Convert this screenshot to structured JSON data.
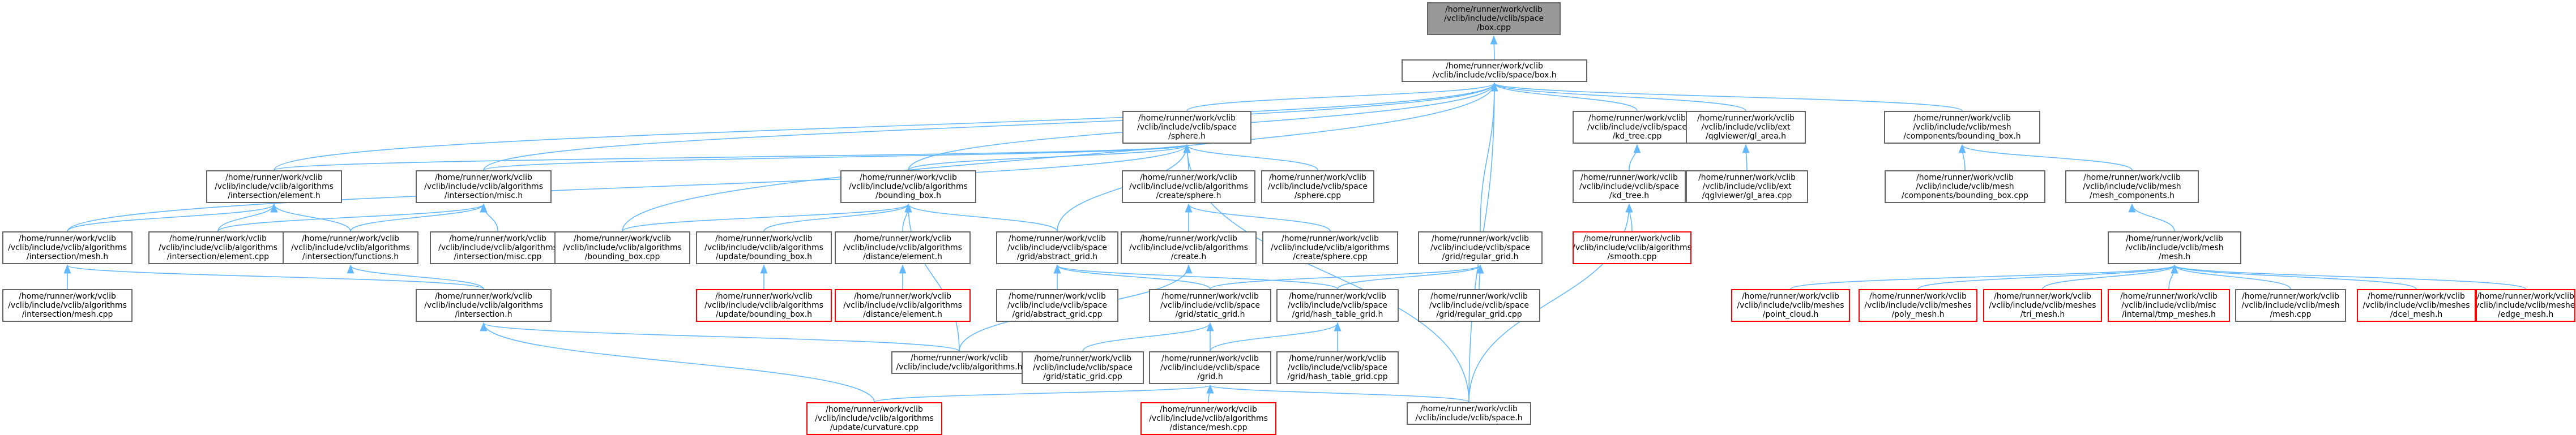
{
  "graph_title": "",
  "nodes": [
    {
      "id": "root",
      "lines": [
        "/home/runner/work/vclib",
        "/vclib/include/vclib/space",
        "/box.cpp"
      ],
      "style": "root"
    },
    {
      "id": "boxh",
      "lines": [
        "/home/runner/work/vclib",
        "/vclib/include/vclib/space/box.h"
      ],
      "style": "normal"
    },
    {
      "id": "sphereh",
      "lines": [
        "/home/runner/work/vclib",
        "/vclib/include/vclib/space",
        "/sphere.h"
      ],
      "style": "normal"
    },
    {
      "id": "kdtreecpp",
      "lines": [
        "/home/runner/work/vclib",
        "/vclib/include/vclib/space",
        "/kd_tree.cpp"
      ],
      "style": "normal"
    },
    {
      "id": "glareah",
      "lines": [
        "/home/runner/work/vclib",
        "/vclib/include/vclib/ext",
        "/qglviewer/gl_area.h"
      ],
      "style": "normal"
    },
    {
      "id": "bbcomph",
      "lines": [
        "/home/runner/work/vclib",
        "/vclib/include/vclib/mesh",
        "/components/bounding_box.h"
      ],
      "style": "normal"
    },
    {
      "id": "intelemh",
      "lines": [
        "/home/runner/work/vclib",
        "/vclib/include/vclib/algorithms",
        "/intersection/element.h"
      ],
      "style": "normal"
    },
    {
      "id": "intmisch",
      "lines": [
        "/home/runner/work/vclib",
        "/vclib/include/vclib/algorithms",
        "/intersection/misc.h"
      ],
      "style": "normal"
    },
    {
      "id": "bbh",
      "lines": [
        "/home/runner/work/vclib",
        "/vclib/include/vclib/algorithms",
        "/bounding_box.h"
      ],
      "style": "normal"
    },
    {
      "id": "createsphereh",
      "lines": [
        "/home/runner/work/vclib",
        "/vclib/include/vclib/algorithms",
        "/create/sphere.h"
      ],
      "style": "normal"
    },
    {
      "id": "spherecpp",
      "lines": [
        "/home/runner/work/vclib",
        "/vclib/include/vclib/space",
        "/sphere.cpp"
      ],
      "style": "normal"
    },
    {
      "id": "kdtreeh",
      "lines": [
        "/home/runner/work/vclib",
        "/vclib/include/vclib/space",
        "/kd_tree.h"
      ],
      "style": "normal"
    },
    {
      "id": "glareacpp",
      "lines": [
        "/home/runner/work/vclib",
        "/vclib/include/vclib/ext",
        "/qglviewer/gl_area.cpp"
      ],
      "style": "normal"
    },
    {
      "id": "bbcompcpp",
      "lines": [
        "/home/runner/work/vclib",
        "/vclib/include/vclib/mesh",
        "/components/bounding_box.cpp"
      ],
      "style": "normal"
    },
    {
      "id": "meshcomph",
      "lines": [
        "/home/runner/work/vclib",
        "/vclib/include/vclib/mesh",
        "/mesh_components.h"
      ],
      "style": "normal"
    },
    {
      "id": "intmeshh",
      "lines": [
        "/home/runner/work/vclib",
        "/vclib/include/vclib/algorithms",
        "/intersection/mesh.h"
      ],
      "style": "normal"
    },
    {
      "id": "intelemcpp",
      "lines": [
        "/home/runner/work/vclib",
        "/vclib/include/vclib/algorithms",
        "/intersection/element.cpp"
      ],
      "style": "normal"
    },
    {
      "id": "intfunch",
      "lines": [
        "/home/runner/work/vclib",
        "/vclib/include/vclib/algorithms",
        "/intersection/functions.h"
      ],
      "style": "normal"
    },
    {
      "id": "intmisccpp",
      "lines": [
        "/home/runner/work/vclib",
        "/vclib/include/vclib/algorithms",
        "/intersection/misc.cpp"
      ],
      "style": "normal"
    },
    {
      "id": "bbcpp",
      "lines": [
        "/home/runner/work/vclib",
        "/vclib/include/vclib/algorithms",
        "/bounding_box.cpp"
      ],
      "style": "normal"
    },
    {
      "id": "updbbh",
      "lines": [
        "/home/runner/work/vclib",
        "/vclib/include/vclib/algorithms",
        "/update/bounding_box.h"
      ],
      "style": "normal"
    },
    {
      "id": "distelemh",
      "lines": [
        "/home/runner/work/vclib",
        "/vclib/include/vclib/algorithms",
        "/distance/element.h"
      ],
      "style": "normal"
    },
    {
      "id": "absgridh",
      "lines": [
        "/home/runner/work/vclib",
        "/vclib/include/vclib/space",
        "/grid/abstract_grid.h"
      ],
      "style": "normal"
    },
    {
      "id": "createh",
      "lines": [
        "/home/runner/work/vclib",
        "/vclib/include/vclib/algorithms",
        "/create.h"
      ],
      "style": "normal"
    },
    {
      "id": "createspherecpp",
      "lines": [
        "/home/runner/work/vclib",
        "/vclib/include/vclib/algorithms",
        "/create/sphere.cpp"
      ],
      "style": "normal"
    },
    {
      "id": "reggridh",
      "lines": [
        "/home/runner/work/vclib",
        "/vclib/include/vclib/space",
        "/grid/regular_grid.h"
      ],
      "style": "normal"
    },
    {
      "id": "smoothcpp",
      "lines": [
        "/home/runner/work/vclib",
        "/vclib/include/vclib/algorithms",
        "/smooth.cpp"
      ],
      "style": "red"
    },
    {
      "id": "meshh",
      "lines": [
        "/home/runner/work/vclib",
        "/vclib/include/vclib/mesh",
        "/mesh.h"
      ],
      "style": "normal"
    },
    {
      "id": "intmeshcpp",
      "lines": [
        "/home/runner/work/vclib",
        "/vclib/include/vclib/algorithms",
        "/intersection/mesh.cpp"
      ],
      "style": "normal"
    },
    {
      "id": "inth",
      "lines": [
        "/home/runner/work/vclib",
        "/vclib/include/vclib/algorithms",
        "/intersection.h"
      ],
      "style": "normal"
    },
    {
      "id": "updbbcpp",
      "lines": [
        "/home/runner/work/vclib",
        "/vclib/include/vclib/algorithms",
        "/update/bounding_box.h"
      ],
      "style": "red"
    },
    {
      "id": "distelemcpp",
      "lines": [
        "/home/runner/work/vclib",
        "/vclib/include/vclib/algorithms",
        "/distance/element.h"
      ],
      "style": "red"
    },
    {
      "id": "absgridcpp",
      "lines": [
        "/home/runner/work/vclib",
        "/vclib/include/vclib/space",
        "/grid/abstract_grid.cpp"
      ],
      "style": "normal"
    },
    {
      "id": "staticgridh",
      "lines": [
        "/home/runner/work/vclib",
        "/vclib/include/vclib/space",
        "/grid/static_grid.h"
      ],
      "style": "normal"
    },
    {
      "id": "hashgridh",
      "lines": [
        "/home/runner/work/vclib",
        "/vclib/include/vclib/space",
        "/grid/hash_table_grid.h"
      ],
      "style": "normal"
    },
    {
      "id": "reggridcpp",
      "lines": [
        "/home/runner/work/vclib",
        "/vclib/include/vclib/space",
        "/grid/regular_grid.cpp"
      ],
      "style": "normal"
    },
    {
      "id": "pointcloudh",
      "lines": [
        "/home/runner/work/vclib",
        "/vclib/include/vclib/meshes",
        "/point_cloud.h"
      ],
      "style": "red"
    },
    {
      "id": "polymeshh",
      "lines": [
        "/home/runner/work/vclib",
        "/vclib/include/vclib/meshes",
        "/poly_mesh.h"
      ],
      "style": "red"
    },
    {
      "id": "trimeshh",
      "lines": [
        "/home/runner/work/vclib",
        "/vclib/include/vclib/meshes",
        "/tri_mesh.h"
      ],
      "style": "red"
    },
    {
      "id": "tmpmeshesh",
      "lines": [
        "/home/runner/work/vclib",
        "/vclib/include/vclib/misc",
        "/internal/tmp_meshes.h"
      ],
      "style": "red"
    },
    {
      "id": "meshcpp",
      "lines": [
        "/home/runner/work/vclib",
        "/vclib/include/vclib/mesh",
        "/mesh.cpp"
      ],
      "style": "normal"
    },
    {
      "id": "dcelmeshh",
      "lines": [
        "/home/runner/work/vclib",
        "/vclib/include/vclib/meshes",
        "/dcel_mesh.h"
      ],
      "style": "red"
    },
    {
      "id": "edgemeshh",
      "lines": [
        "/home/runner/work/vclib",
        "/vclib/include/vclib/meshes",
        "/edge_mesh.h"
      ],
      "style": "red"
    },
    {
      "id": "algorithmsh",
      "lines": [
        "/home/runner/work/vclib",
        "/vclib/include/vclib/algorithms.h"
      ],
      "style": "normal"
    },
    {
      "id": "staticgridcpp",
      "lines": [
        "/home/runner/work/vclib",
        "/vclib/include/vclib/space",
        "/grid/static_grid.cpp"
      ],
      "style": "normal"
    },
    {
      "id": "gridh",
      "lines": [
        "/home/runner/work/vclib",
        "/vclib/include/vclib/space",
        "/grid.h"
      ],
      "style": "normal"
    },
    {
      "id": "hashgridcpp",
      "lines": [
        "/home/runner/work/vclib",
        "/vclib/include/vclib/space",
        "/grid/hash_table_grid.cpp"
      ],
      "style": "normal"
    },
    {
      "id": "curvaturecpp",
      "lines": [
        "/home/runner/work/vclib",
        "/vclib/include/vclib/algorithms",
        "/update/curvature.cpp"
      ],
      "style": "red"
    },
    {
      "id": "distmeshcpp",
      "lines": [
        "/home/runner/work/vclib",
        "/vclib/include/vclib/algorithms",
        "/distance/mesh.cpp"
      ],
      "style": "red"
    },
    {
      "id": "spaceh",
      "lines": [
        "/home/runner/work/vclib",
        "/vclib/include/vclib/space.h"
      ],
      "style": "normal"
    }
  ],
  "edges": [
    [
      "root",
      "boxh"
    ],
    [
      "boxh",
      "sphereh"
    ],
    [
      "boxh",
      "kdtreecpp"
    ],
    [
      "boxh",
      "glareah"
    ],
    [
      "boxh",
      "bbcomph"
    ],
    [
      "boxh",
      "intelemh"
    ],
    [
      "boxh",
      "intmisch"
    ],
    [
      "boxh",
      "bbh"
    ],
    [
      "boxh",
      "reggridh"
    ],
    [
      "boxh",
      "spaceh"
    ],
    [
      "boxh",
      "bbcpp"
    ],
    [
      "sphereh",
      "intelemh"
    ],
    [
      "sphereh",
      "intmisch"
    ],
    [
      "sphereh",
      "bbh"
    ],
    [
      "sphereh",
      "createsphereh"
    ],
    [
      "sphereh",
      "spherecpp"
    ],
    [
      "sphereh",
      "absgridh"
    ],
    [
      "sphereh",
      "spaceh"
    ],
    [
      "sphereh",
      "intmeshh"
    ],
    [
      "kdtreecpp",
      "kdtreeh"
    ],
    [
      "glareah",
      "glareacpp"
    ],
    [
      "bbcomph",
      "bbcompcpp"
    ],
    [
      "bbcomph",
      "meshcomph"
    ],
    [
      "intelemh",
      "intmeshh"
    ],
    [
      "intelemh",
      "intelemcpp"
    ],
    [
      "intelemh",
      "intfunch"
    ],
    [
      "intmisch",
      "intfunch"
    ],
    [
      "intmisch",
      "intmisccpp"
    ],
    [
      "intmisch",
      "intelemcpp"
    ],
    [
      "bbh",
      "bbcpp"
    ],
    [
      "bbh",
      "updbbh"
    ],
    [
      "bbh",
      "distelemh"
    ],
    [
      "bbh",
      "absgridh"
    ],
    [
      "bbh",
      "algorithmsh"
    ],
    [
      "createsphereh",
      "createh"
    ],
    [
      "createsphereh",
      "createspherecpp"
    ],
    [
      "kdtreeh",
      "smoothcpp"
    ],
    [
      "kdtreeh",
      "spaceh"
    ],
    [
      "meshcomph",
      "meshh"
    ],
    [
      "intmeshh",
      "intmeshcpp"
    ],
    [
      "intmeshh",
      "inth"
    ],
    [
      "intfunch",
      "inth"
    ],
    [
      "updbbh",
      "updbbcpp"
    ],
    [
      "distelemh",
      "distelemcpp"
    ],
    [
      "absgridh",
      "absgridcpp"
    ],
    [
      "absgridh",
      "staticgridh"
    ],
    [
      "absgridh",
      "hashgridh"
    ],
    [
      "createh",
      "algorithmsh"
    ],
    [
      "reggridh",
      "reggridcpp"
    ],
    [
      "reggridh",
      "staticgridh"
    ],
    [
      "reggridh",
      "hashgridh"
    ],
    [
      "meshh",
      "pointcloudh"
    ],
    [
      "meshh",
      "polymeshh"
    ],
    [
      "meshh",
      "trimeshh"
    ],
    [
      "meshh",
      "tmpmeshesh"
    ],
    [
      "meshh",
      "meshcpp"
    ],
    [
      "meshh",
      "dcelmeshh"
    ],
    [
      "meshh",
      "edgemeshh"
    ],
    [
      "inth",
      "algorithmsh"
    ],
    [
      "inth",
      "curvaturecpp"
    ],
    [
      "staticgridh",
      "staticgridcpp"
    ],
    [
      "staticgridh",
      "gridh"
    ],
    [
      "hashgridh",
      "hashgridcpp"
    ],
    [
      "hashgridh",
      "gridh"
    ],
    [
      "gridh",
      "spaceh"
    ],
    [
      "gridh",
      "curvaturecpp"
    ],
    [
      "gridh",
      "distmeshcpp"
    ]
  ],
  "colors": {
    "edge": "#63b8ff",
    "border": "#666666",
    "highlight_border": "#ff0000",
    "root_fill": "#999999"
  }
}
